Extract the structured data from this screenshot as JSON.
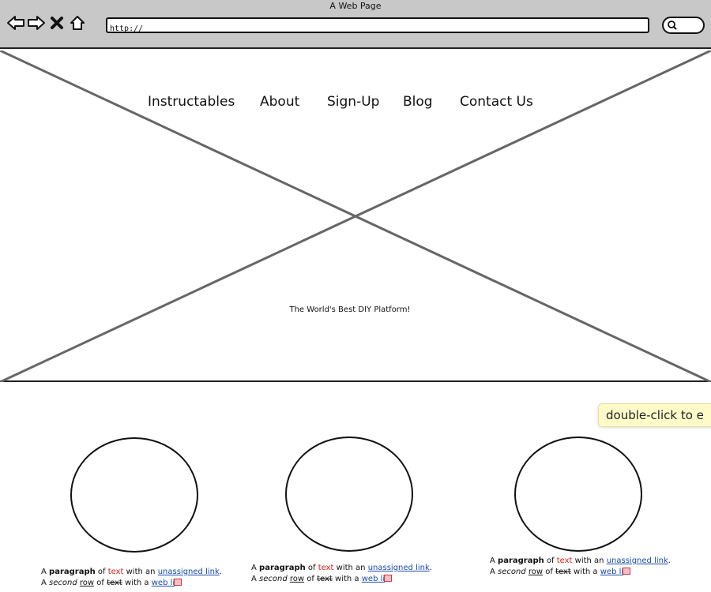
{
  "window": {
    "title": "A Web Page"
  },
  "browser": {
    "icons": [
      "back-arrow-icon",
      "forward-arrow-icon",
      "stop-icon",
      "home-icon",
      "search-icon"
    ],
    "address": "http://"
  },
  "nav": {
    "items": [
      "Instructables",
      "About",
      "Sign-Up",
      "Blog",
      "Contact Us"
    ]
  },
  "hero": {
    "tagline": "The World's Best DIY Platform!"
  },
  "tooltip": {
    "text": "double-click to e"
  },
  "features": [
    {
      "line1": {
        "a": "A ",
        "b": "paragraph",
        "c": " of ",
        "d": "text",
        "e": " with an ",
        "link": "unassigned link",
        "f": "."
      },
      "line2": {
        "a": "A ",
        "b": "second",
        "c": " ",
        "d": "row",
        "e": " of ",
        "f": "text",
        "g": " with a ",
        "link": "web li"
      }
    },
    {
      "line1": {
        "a": "A ",
        "b": "paragraph",
        "c": " of ",
        "d": "text",
        "e": " with an ",
        "link": "unassigned link",
        "f": "."
      },
      "line2": {
        "a": "A ",
        "b": "second",
        "c": " ",
        "d": "row",
        "e": " of ",
        "f": "text",
        "g": " with a ",
        "link": "web li"
      }
    },
    {
      "line1": {
        "a": "A ",
        "b": "paragraph",
        "c": " of ",
        "d": "text",
        "e": " with an ",
        "link": "unassigned link",
        "f": "."
      },
      "line2": {
        "a": "A ",
        "b": "second",
        "c": " ",
        "d": "row",
        "e": " of ",
        "f": "text",
        "g": " with a ",
        "link": "web li"
      }
    }
  ],
  "colors": {
    "chrome": "#c8c8c8",
    "emphasis": "#d8211d",
    "link": "#1a4aa8",
    "tooltip": "#fffbc9"
  }
}
